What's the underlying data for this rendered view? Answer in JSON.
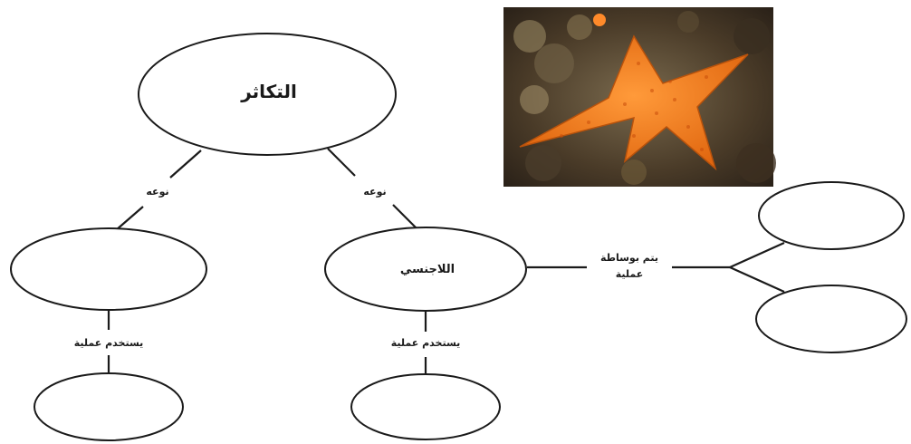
{
  "diagram": {
    "root": {
      "label": "التكاثر"
    },
    "left_branch": {
      "edge_label": "نوعه",
      "node_label": "",
      "process_label": "يستخدم عملية",
      "result_label": ""
    },
    "right_branch": {
      "edge_label": "نوعه",
      "node_label": "اللاجنسي",
      "process_label": "يستخدم عملية",
      "result_label": "",
      "side_label_line1": "يتم بوساطة",
      "side_label_line2": "عملية",
      "side_top_label": "",
      "side_bottom_label": ""
    },
    "photo": {
      "subject": "starfish",
      "colors": {
        "body": "#f07a1c",
        "spots": "#c94d0a",
        "rock": "#5a4a35"
      }
    }
  }
}
